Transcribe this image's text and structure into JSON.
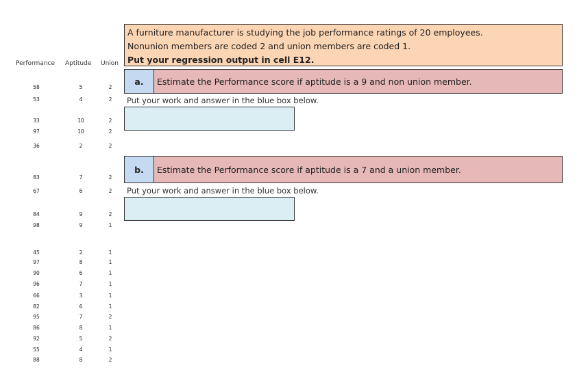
{
  "headers": {
    "performance": "Performance",
    "aptitude": "Aptitude",
    "union": "Union"
  },
  "rows": [
    {
      "p": "58",
      "a": "5",
      "u": "2"
    },
    {
      "p": "53",
      "a": "4",
      "u": "2"
    },
    {
      "p": "33",
      "a": "10",
      "u": "2"
    },
    {
      "p": "97",
      "a": "10",
      "u": "2"
    },
    {
      "p": "36",
      "a": "2",
      "u": "2"
    },
    {
      "p": "83",
      "a": "7",
      "u": "2"
    },
    {
      "p": "67",
      "a": "6",
      "u": "2"
    },
    {
      "p": "84",
      "a": "9",
      "u": "2"
    },
    {
      "p": "98",
      "a": "9",
      "u": "1"
    },
    {
      "p": "45",
      "a": "2",
      "u": "1"
    },
    {
      "p": "97",
      "a": "8",
      "u": "1"
    },
    {
      "p": "90",
      "a": "6",
      "u": "1"
    },
    {
      "p": "96",
      "a": "7",
      "u": "1"
    },
    {
      "p": "66",
      "a": "3",
      "u": "1"
    },
    {
      "p": "82",
      "a": "6",
      "u": "1"
    },
    {
      "p": "95",
      "a": "7",
      "u": "2"
    },
    {
      "p": "86",
      "a": "8",
      "u": "1"
    },
    {
      "p": "92",
      "a": "5",
      "u": "2"
    },
    {
      "p": "55",
      "a": "4",
      "u": "1"
    },
    {
      "p": "88",
      "a": "8",
      "u": "2"
    }
  ],
  "problem": {
    "line1": "A furniture manufacturer is studying the job performance ratings of 20 employees.",
    "line2": "Nonunion members are coded 2 and union members are coded 1.",
    "line3": "Put your regression output in cell E12."
  },
  "question_a": {
    "letter": "a.",
    "text": "Estimate the Performance score if aptitude is a 9 and non union member."
  },
  "question_b": {
    "letter": "b.",
    "text": "Estimate the Performance score if aptitude is a 7 and a union member."
  },
  "instruction": "Put your work and answer in the blue box below."
}
